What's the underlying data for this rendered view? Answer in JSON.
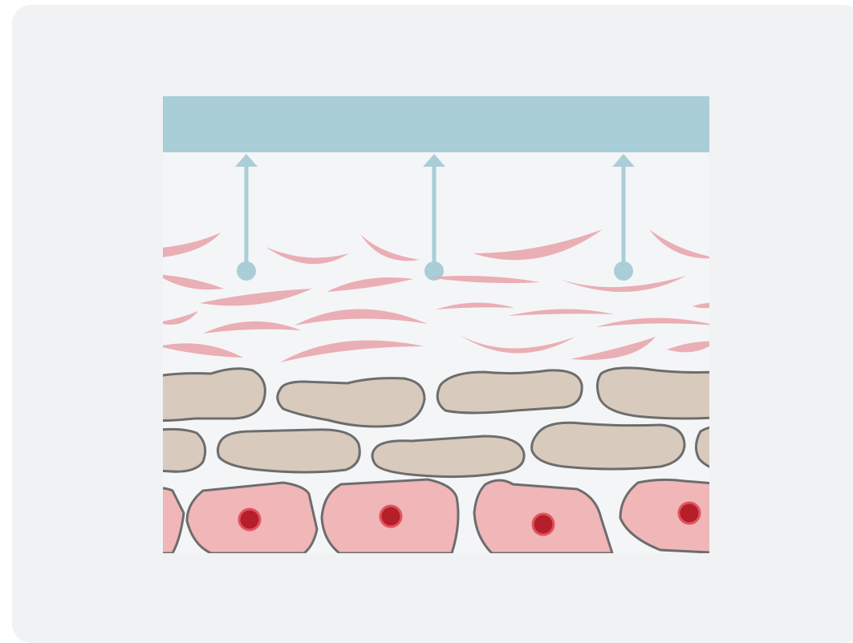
{
  "colors": {
    "card_background": "#f1f2f4",
    "figure_background": "#f4f5f7",
    "top_layer_fill": "#a9ced8",
    "arrow_color": "#a9ced8",
    "flake_fill": "#e9a6ad",
    "flat_cell_fill": "#d8cbbd",
    "cell_outline": "#6d6d6d",
    "living_cell_fill": "#f0b6b8",
    "nucleus_fill": "#b41f2a",
    "nucleus_stroke": "#e05560"
  },
  "diagram": {
    "top_layer": {
      "icon": "horizontal-band"
    },
    "arrows": [
      {
        "id": "arrow-left",
        "icon": "up-arrow-with-dot"
      },
      {
        "id": "arrow-center",
        "icon": "up-arrow-with-dot"
      },
      {
        "id": "arrow-right",
        "icon": "up-arrow-with-dot"
      }
    ],
    "flake_count": 22,
    "flat_cell_rows": 2,
    "living_cell_count": 5
  }
}
